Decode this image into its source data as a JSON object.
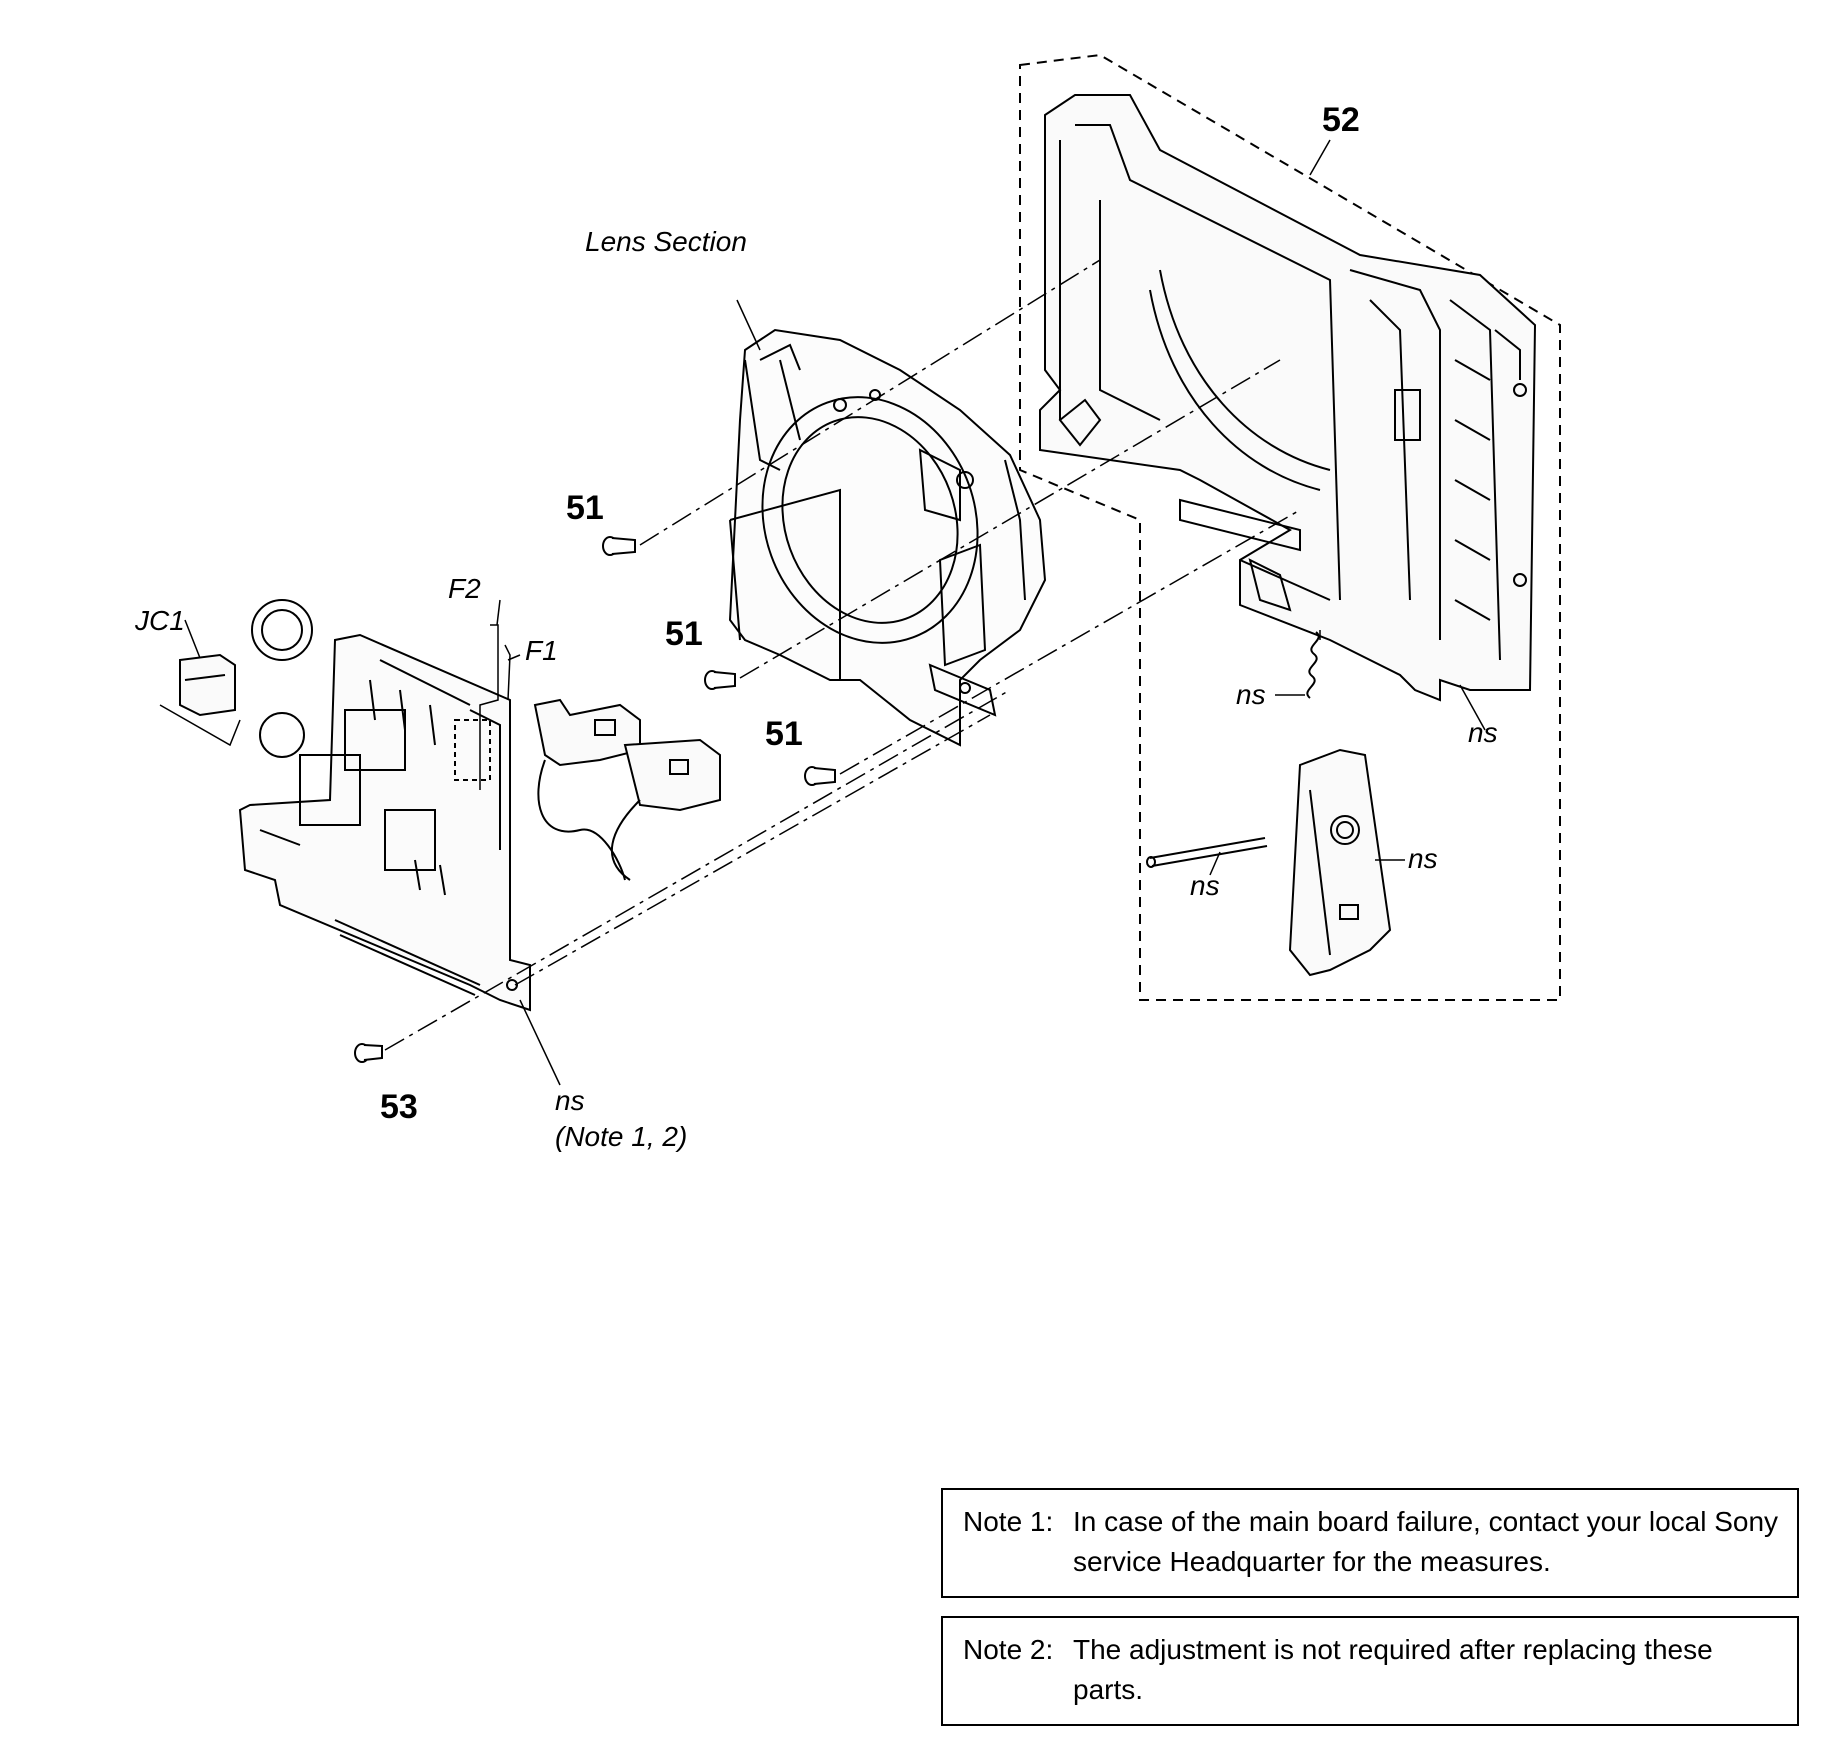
{
  "labels": {
    "lens_section": "Lens Section",
    "part_52": "52",
    "part_51_a": "51",
    "part_51_b": "51",
    "part_51_c": "51",
    "part_53": "53",
    "jc1": "JC1",
    "f1": "F1",
    "f2": "F2",
    "ns_frame": "ns",
    "ns_spring": "ns",
    "ns_pin": "ns",
    "ns_cover": "ns",
    "ns_board": "ns",
    "ns_board_note": "(Note 1, 2)"
  },
  "notes": [
    {
      "label": "Note 1:",
      "text": "In case of the main board failure, contact your local Sony service Headquarter for the measures."
    },
    {
      "label": "Note 2:",
      "text": "The adjustment is not required after replacing these parts."
    }
  ]
}
